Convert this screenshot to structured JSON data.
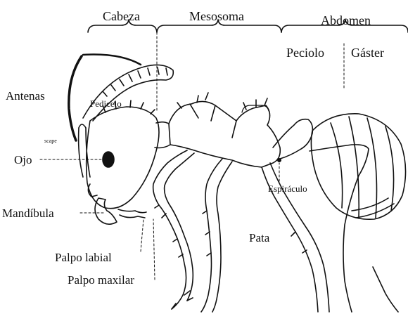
{
  "regions": {
    "head": "Cabeza",
    "mesosoma": "Mesosoma",
    "abdomen": "Abdomen",
    "petiole": "Peciolo",
    "gaster": "Gáster"
  },
  "parts": {
    "antennae": "Antenas",
    "pedicel": "Pedicelo",
    "scape": "scape",
    "eye": "Ojo",
    "mandible": "Mandíbula",
    "labial_palp": "Palpo labial",
    "maxillary_palp": "Palpo maxilar",
    "spiracle": "Espiráculo",
    "leg": "Pata"
  },
  "colors": {
    "ink": "#111111",
    "background": "#ffffff"
  }
}
